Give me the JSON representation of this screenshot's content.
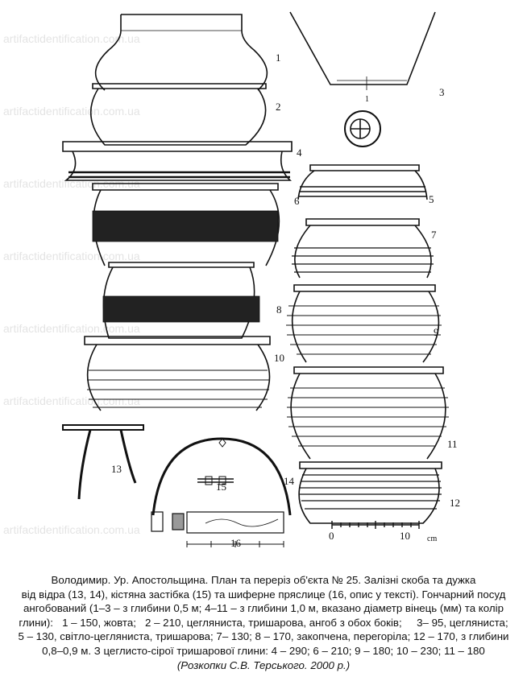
{
  "watermark": "artifactidentification.com.ua",
  "figure": {
    "labels": [
      "1",
      "2",
      "3",
      "4",
      "5",
      "6",
      "7",
      "8",
      "9",
      "10",
      "11",
      "12",
      "13",
      "14",
      "15",
      "16"
    ],
    "section_mark": "1",
    "scale": {
      "start": "0",
      "end": "10",
      "unit": "cm"
    }
  },
  "caption": {
    "lines": [
      "Володимир. Ур. Апостольщина. План та переріз об'єкта № 25. Залізні скоба та дужка",
      "від відра (13, 14), кістяна застібка (15) та шиферне пряслице (16, опис у тексті). Гончарний посуд",
      "ангобований (1–3 – з глибини 0,5 м; 4–11 – з глибини 1,0 м, вказано діаметр вінець (мм) та колір",
      "глини):   1 – 150, жовта;   2 – 210, цегляниста, тришарова, ангоб з обох боків;     3– 95, цегляниста;",
      "5 – 130, світло-цегляниста, тришарова; 7– 130; 8 – 170, закопчена, перегоріла; 12 – 170, з глибини",
      "0,8–0,9 м. З цеглисто-сірої тришарової глини: 4 – 290; 6 – 210; 9 – 180; 10 – 230; 11 – 180"
    ],
    "credit": "(Розкопки С.В. Терського. 2000 р.)"
  }
}
